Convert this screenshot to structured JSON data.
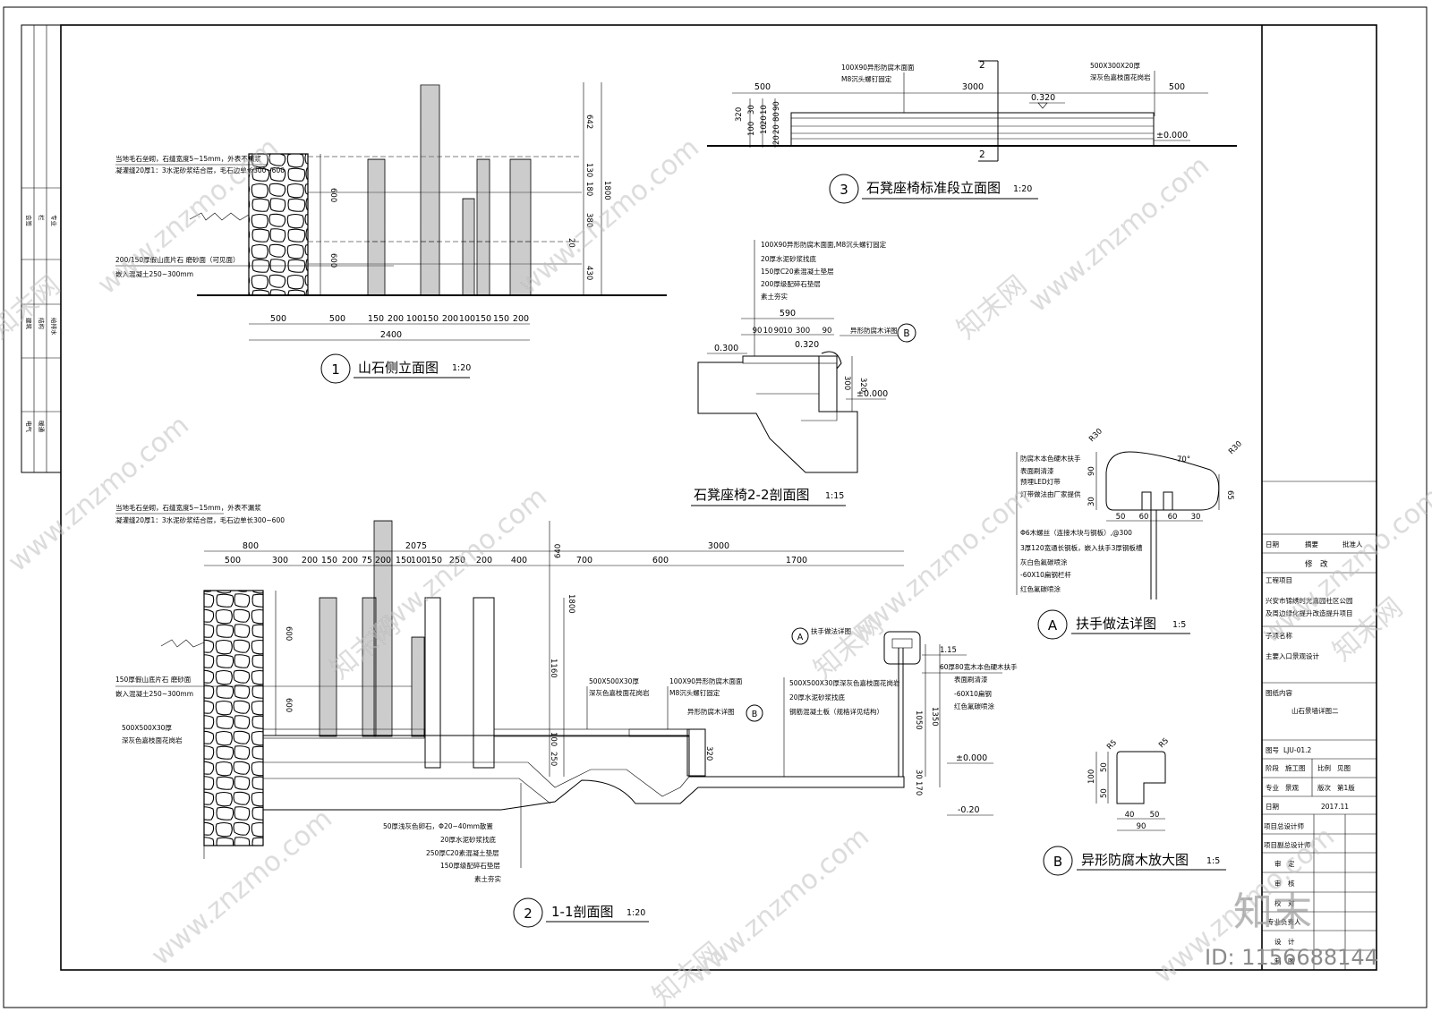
{
  "watermark": {
    "brand": "知末网",
    "site": "www.znzmo.com",
    "corner_logo": "知末",
    "id_label": "ID: 1156688144"
  },
  "left_strip": {
    "cells": [
      "会签",
      "栏",
      "专业",
      "建筑",
      "结构",
      "给排水",
      "电气",
      "暖通"
    ]
  },
  "views": {
    "v1": {
      "num": "1",
      "title": "山石侧立面图",
      "scale": "1:20",
      "notes": [
        "当地毛石垒砌，石缝宽度5~15mm，外表不漏浆",
        "凝灌缝20厚1：3水泥砂浆结合层，毛石边单长300~600",
        "200/150厚假山底片石  磨砂面（可见面）",
        "嵌入混凝土250~300mm"
      ],
      "dims_bottom": [
        "500",
        "500",
        "150",
        "200",
        "100",
        "150",
        "200",
        "100",
        "150",
        "150",
        "200"
      ],
      "total": "2400",
      "dims_left": [
        "600",
        "600"
      ],
      "dims_right": [
        "642",
        "130",
        "180",
        "380",
        "20",
        "430"
      ],
      "overall_h": "1800"
    },
    "v3": {
      "num": "3",
      "title": "石凳座椅标准段立面图",
      "scale": "1:20",
      "notes": [
        "100X90异形防腐木面面",
        "M8沉头螺钉固定",
        "500X300X20厚",
        "深灰色嘉枝面花岗岩"
      ],
      "dims_top": [
        "500",
        "3000",
        "500"
      ],
      "section_mark": "2",
      "dims_left": [
        "320",
        "30",
        "100",
        "10",
        "20",
        "10",
        "90",
        "80",
        "20",
        "20"
      ],
      "levels": [
        "0.320",
        "±0.000"
      ]
    },
    "v22": {
      "title": "石凳座椅2-2剖面图",
      "scale": "1:15",
      "notes": [
        "100X90异形防腐木面面,M8沉头螺钉固定",
        "20厚水泥砂浆找底",
        "150厚C20素混凝土垫层",
        "200厚级配碎石垫层",
        "素土夯实"
      ],
      "dims": [
        "590",
        "90",
        "10",
        "90",
        "10",
        "300",
        "90",
        "300",
        "320"
      ],
      "callout": "异形防腐木详图",
      "callout_ref": "B",
      "levels": [
        "0.300",
        "0.320",
        "±0.000"
      ]
    },
    "vA": {
      "num": "A",
      "title": "扶手做法详图",
      "scale": "1:5",
      "notes": [
        "防腐木本色硬木扶手",
        "表面刷清漆",
        "预埋LED灯带",
        "灯带做法由厂家提供",
        "Φ6木螺丝（连接木块与钢板）,@300",
        "3厚120宽通长钢板，嵌入扶手3厚钢板槽",
        "灰白色氟碳喷涂",
        "-60X10扁钢栏杆",
        "红色氟碳喷涂"
      ],
      "dims": [
        "R30",
        "R30",
        "70°",
        "90",
        "30",
        "65",
        "50",
        "60",
        "60",
        "30"
      ]
    },
    "vB": {
      "num": "B",
      "title": "异形防腐木放大图",
      "scale": "1:5",
      "dims": [
        "R5",
        "R5",
        "100",
        "50",
        "50",
        "40",
        "50",
        "90"
      ]
    },
    "v2": {
      "num": "2",
      "title": "1-1剖面图",
      "scale": "1:20",
      "notes_top": [
        "当地毛石垒砌，石缝宽度5~15mm，外表不漏浆",
        "凝灌缝20厚1：3水泥砂浆结合层，毛石边单长300~600"
      ],
      "notes_left": [
        "150厚假山底片石  磨砂面",
        "嵌入混凝土250~300mm",
        "500X500X30厚",
        "深灰色嘉枝面花岗岩"
      ],
      "notes_mid": [
        "500X500X30厚",
        "深灰色嘉枝面花岗岩",
        "100X90异形防腐木面面",
        "M8沉头螺钉固定",
        "异形防腐木详图"
      ],
      "notes_bottom": [
        "50厚浅灰色卵石，Φ20~40mm散置",
        "20厚水泥砂浆找底",
        "250厚C20素混凝土垫层",
        "150厚级配碎石垫层",
        "素土夯实"
      ],
      "notes_right": [
        "500X500X30厚深灰色嘉枝面花岗岩",
        "20厚水泥砂浆找底",
        "钢筋混凝土板（规格详见结构）"
      ],
      "notes_rail": [
        "扶手做法详图",
        "60厚80宽木本色硬木扶手",
        "表面刷清漆",
        "-60X10扁钢",
        "红色氟碳喷涂"
      ],
      "dims_top1": [
        "800",
        "2075",
        "3000"
      ],
      "dims_top2": [
        "500",
        "300",
        "200",
        "150",
        "200",
        "75",
        "200",
        "150",
        "100",
        "150",
        "250",
        "200",
        "400",
        "640",
        "700",
        "600",
        "1700"
      ],
      "dims_left": [
        "600",
        "600"
      ],
      "dims_mid": [
        "1800",
        "1160",
        "100",
        "250",
        "320"
      ],
      "dims_rail": [
        "1.15",
        "1050",
        "1350",
        "30",
        "170"
      ],
      "levels": [
        "±0.000",
        "-0.20"
      ],
      "callout_ref": "B",
      "rail_ref": "A"
    }
  },
  "title_block": {
    "rev_headers": [
      "日期",
      "摘要",
      "批准人"
    ],
    "rev_title": "修　改",
    "project_label": "工程项目",
    "project_name": [
      "兴安市锦绣时光嘉园社区公园",
      "及周边绿化提升改造提升项目"
    ],
    "sub_label": "子项名称",
    "sub_name": "主要入口景观设计",
    "content_label": "图纸内容",
    "content_name": "山石景墙详图二",
    "drawing_no_label": "图号",
    "drawing_no": "LJU-01.2",
    "stage_label": "阶段",
    "stage": "施工图",
    "ratio_label": "比例",
    "ratio": "见图",
    "discipline_label": "专业",
    "discipline": "景观",
    "version_label": "版次",
    "version": "第1版",
    "date_label": "日期",
    "date": "2017.11",
    "roles": [
      "项目总设计师",
      "项目副总设计师",
      "审　定",
      "审　核",
      "校　对",
      "专业负责人",
      "设　计",
      "制　图"
    ]
  }
}
